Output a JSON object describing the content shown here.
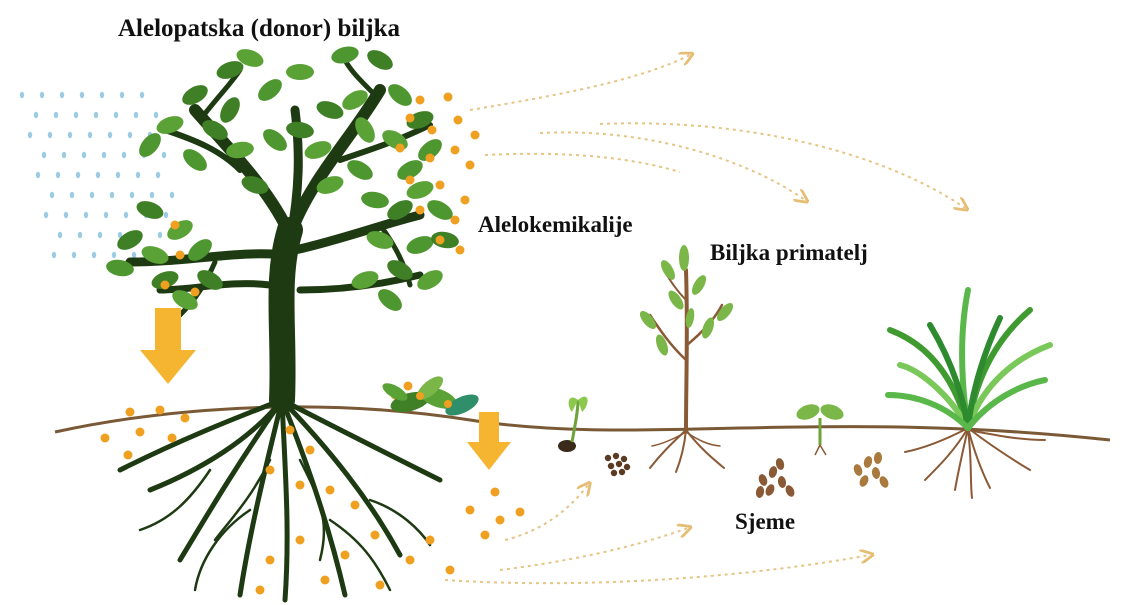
{
  "labels": {
    "donor_plant": "Alelopatska (donor) biljka",
    "allelochemicals": "Alelokemikalije",
    "receiver_plant": "Biljka primatelj",
    "seeds": "Sjeme"
  },
  "colors": {
    "tree_trunk": "#1e3a12",
    "leaf": "#5aa236",
    "leaf_dark": "#3f7f25",
    "allelochemical_dot": "#f0a020",
    "arrow": "#f5b530",
    "rain": "#9ccbe6",
    "soil_line": "#7a5a36",
    "flow_arrow": "#e8c88a",
    "root_brown": "#8a5a36"
  }
}
